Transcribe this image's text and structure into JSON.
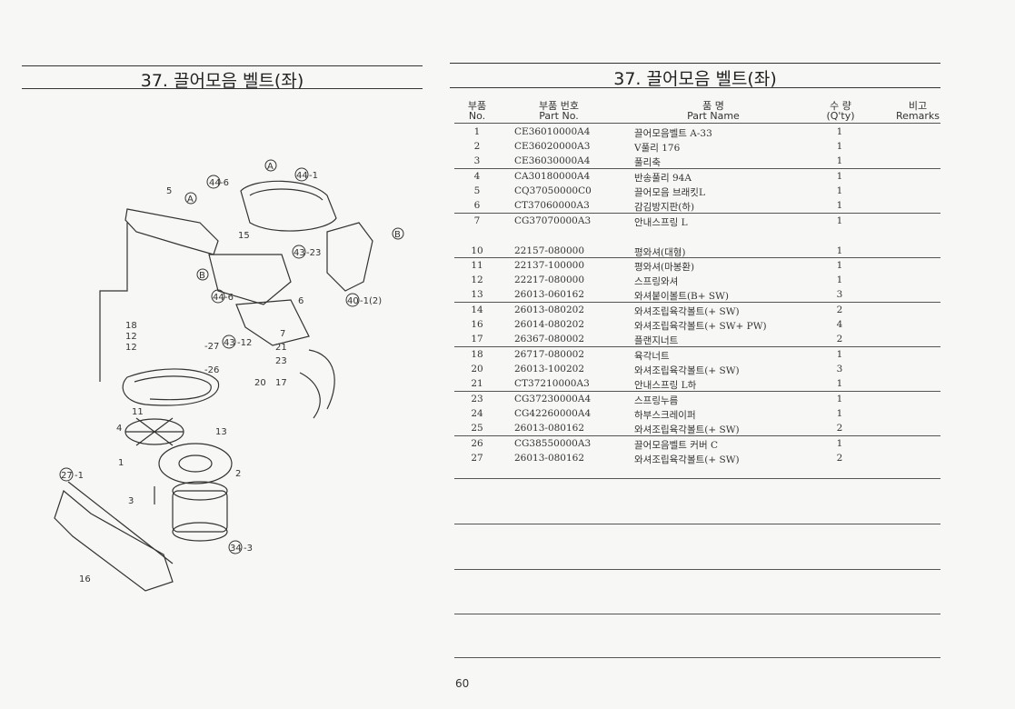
{
  "left_title": "37. 끌어모음 벨트(좌)",
  "right_title": "37. 끌어모음 벨트(좌)",
  "headers": {
    "no_top": "부품",
    "no_bottom": "No.",
    "part_top": "부품  번호",
    "part_bottom": "Part  No.",
    "name_top": "품          명",
    "name_bottom": "Part     Name",
    "qty_top": "수  량",
    "qty_bottom": "(Q'ty)",
    "rem_top": "비고",
    "rem_bottom": "Remarks"
  },
  "rows": [
    {
      "no": "1",
      "part": "CE36010000A4",
      "name": "끌어모음벨트 A-33",
      "qty": "1"
    },
    {
      "no": "2",
      "part": "CE36020000A3",
      "name": "V풀리 176",
      "qty": "1"
    },
    {
      "no": "3",
      "part": "CE36030000A4",
      "name": "풀리축",
      "qty": "1"
    },
    {
      "no": "4",
      "part": "CA30180000A4",
      "name": "반송풀리 94A",
      "qty": "1"
    },
    {
      "no": "5",
      "part": "CQ37050000C0",
      "name": "끌어모음 브래킷L",
      "qty": "1"
    },
    {
      "no": "6",
      "part": "CT37060000A3",
      "name": "감김방지판(하)",
      "qty": "1"
    },
    {
      "no": "7",
      "part": "CG37070000A3",
      "name": "안내스프링 L",
      "qty": "1"
    },
    {
      "no": "10",
      "part": "22157-080000",
      "name": "평와셔(대형)",
      "qty": "1"
    },
    {
      "no": "11",
      "part": "22137-100000",
      "name": "평와셔(마봉환)",
      "qty": "1"
    },
    {
      "no": "12",
      "part": "22217-080000",
      "name": "스프링와셔",
      "qty": "1"
    },
    {
      "no": "13",
      "part": "26013-060162",
      "name": "와셔붙이볼트(B+ SW)",
      "qty": "3"
    },
    {
      "no": "14",
      "part": "26013-080202",
      "name": "와셔조립육각볼트(+ SW)",
      "qty": "2"
    },
    {
      "no": "16",
      "part": "26014-080202",
      "name": "와셔조립육각볼트(+ SW+ PW)",
      "qty": "4"
    },
    {
      "no": "17",
      "part": "26367-080002",
      "name": "플랜지너트",
      "qty": "2"
    },
    {
      "no": "18",
      "part": "26717-080002",
      "name": "육각너트",
      "qty": "1"
    },
    {
      "no": "20",
      "part": "26013-100202",
      "name": "와셔조립육각볼트(+ SW)",
      "qty": "3"
    },
    {
      "no": "21",
      "part": "CT37210000A3",
      "name": "안내스프링 L하",
      "qty": "1"
    },
    {
      "no": "23",
      "part": "CG37230000A4",
      "name": "스프링누름",
      "qty": "1"
    },
    {
      "no": "24",
      "part": "CG42260000A4",
      "name": "하부스크레이퍼",
      "qty": "1"
    },
    {
      "no": "25",
      "part": "26013-080162",
      "name": "와셔조립육각볼트(+ SW)",
      "qty": "2"
    },
    {
      "no": "26",
      "part": "CG38550000A3",
      "name": "끌어모음벨트 커버 C",
      "qty": "1"
    },
    {
      "no": "27",
      "part": "26013-080162",
      "name": "와셔조립육각볼트(+ SW)",
      "qty": "2"
    }
  ],
  "callouts": {
    "c1": "5",
    "c2": "44",
    "c2b": "-6",
    "c3": "A",
    "c4": "44",
    "c4b": "-1",
    "c5": "A",
    "c6": "15",
    "c7": "43",
    "c7b": "-23",
    "c8": "B",
    "c9": "44",
    "c9b": "-6",
    "c10": "6",
    "c11": "40",
    "c11b": "-1(2)",
    "c12": "18",
    "c13": "12",
    "c14": "12",
    "c15": "-27",
    "c16": "43",
    "c16b": "-12",
    "c17": "7",
    "c18": "21",
    "c19": "23",
    "c20": "-26",
    "c21": "20",
    "c22": "17",
    "c23": "11",
    "c24": "4",
    "c25": "13",
    "c26": "1",
    "c27": "2",
    "c28": "27",
    "c28b": "-1",
    "c29": "3",
    "c30": "34",
    "c30b": "-3",
    "c31": "16",
    "c32": "B"
  },
  "page_number": "60"
}
